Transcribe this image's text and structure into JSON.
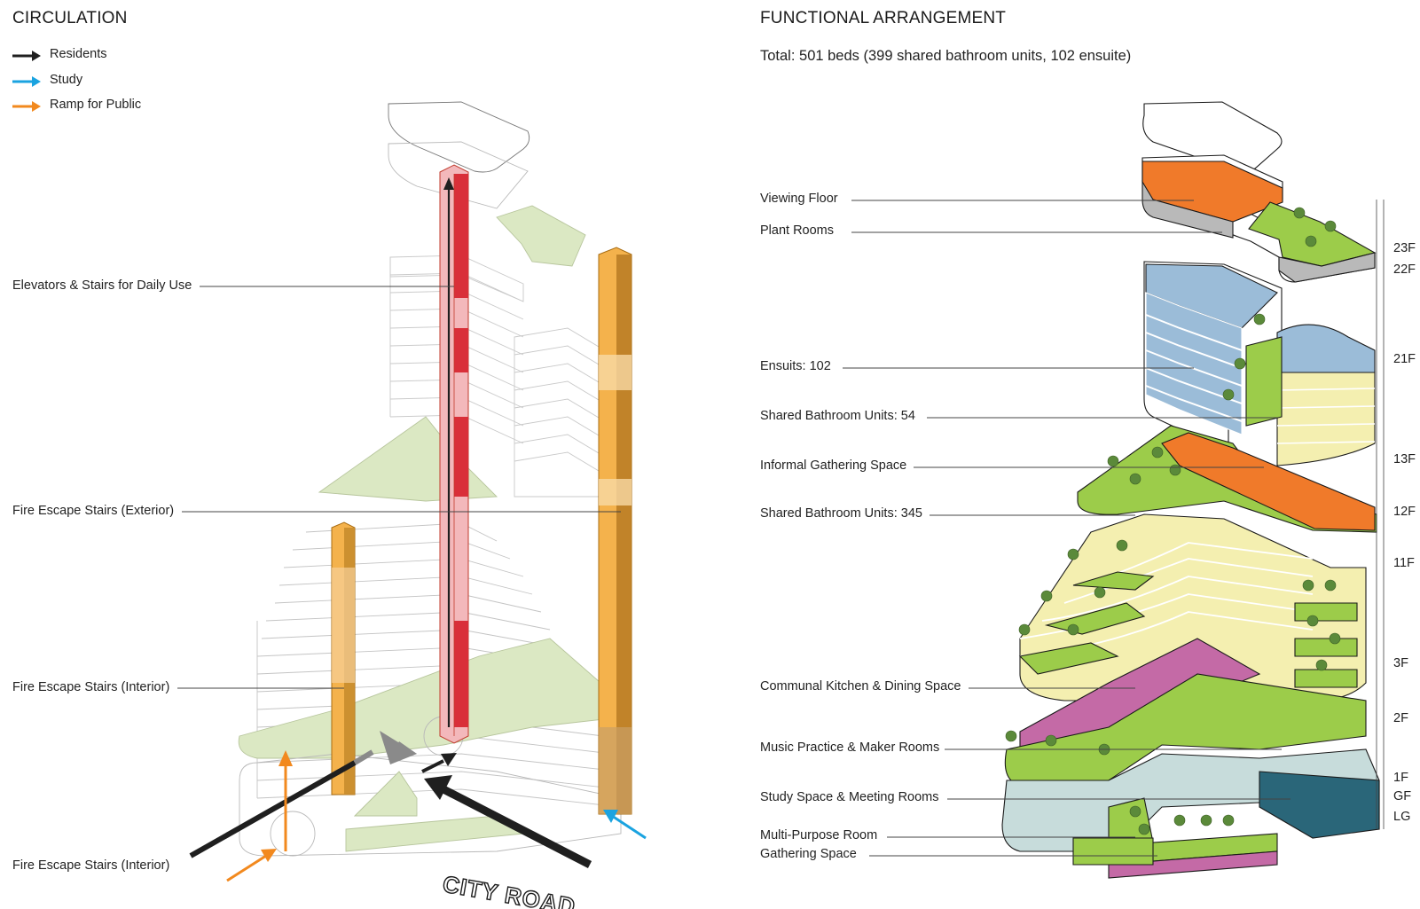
{
  "left": {
    "title": "CIRCULATION",
    "legend": [
      {
        "label": "Residents",
        "color": "#1f1f1f"
      },
      {
        "label": "Study",
        "color": "#1aa3e0"
      },
      {
        "label": "Ramp for Public",
        "color": "#f2891e"
      }
    ],
    "callouts": [
      "Elevators & Stairs for Daily Use",
      "Fire Escape Stairs (Exterior)",
      "Fire Escape Stairs (Interior)",
      "Fire Escape Stairs (Interior)"
    ],
    "street_label": "CITY ROAD"
  },
  "right": {
    "title": "FUNCTIONAL ARRANGEMENT",
    "total": "Total: 501 beds (399 shared bathroom units, 102 ensuite)",
    "callouts": [
      "Viewing Floor",
      "Plant Rooms",
      "Ensuits: 102",
      "Shared Bathroom Units: 54",
      "Informal Gathering Space",
      "Shared Bathroom Units: 345",
      "Communal Kitchen & Dining Space",
      "Music Practice & Maker Rooms",
      "Study Space & Meeting Rooms",
      "Multi-Purpose Room",
      "Gathering Space"
    ],
    "floors": [
      "23F",
      "22F",
      "21F",
      "13F",
      "12F",
      "11F",
      "3F",
      "2F",
      "1F",
      "GF",
      "LG"
    ]
  },
  "colors": {
    "residents": "#1f1f1f",
    "study": "#1aa3e0",
    "ramp": "#f2891e",
    "elevator": "#e0323a",
    "fire_stair": "#f0a832",
    "green_roof": "#9ccc4a",
    "ensuite": "#9bbcd8",
    "shared_bath": "#f4efb0",
    "viewing": "#f07a2a",
    "kitchen": "#c46aa6",
    "study_space": "#c7dcdb",
    "lg": "#2a6679"
  }
}
